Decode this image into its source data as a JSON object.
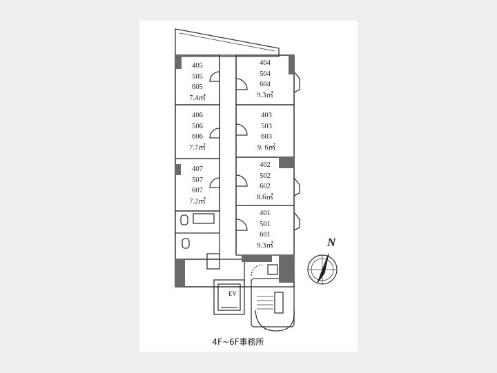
{
  "units": [
    {
      "id": "u405",
      "lines": [
        "405",
        "505",
        "605"
      ],
      "area": "7.4㎡"
    },
    {
      "id": "u406",
      "lines": [
        "406",
        "506",
        "606"
      ],
      "area": "7.7㎡"
    },
    {
      "id": "u407",
      "lines": [
        "407",
        "507",
        "607"
      ],
      "area": "7.2㎡"
    },
    {
      "id": "u404",
      "lines": [
        "404",
        "504",
        "604"
      ],
      "area": "9.3㎡"
    },
    {
      "id": "u403",
      "lines": [
        "403",
        "503",
        "603"
      ],
      "area": "9. 6㎡"
    },
    {
      "id": "u402",
      "lines": [
        "402",
        "502",
        "602"
      ],
      "area": "8.6㎡"
    },
    {
      "id": "u401",
      "lines": [
        "401",
        "501",
        "601"
      ],
      "area": "9.3㎡"
    }
  ],
  "elevator_label": "EV",
  "north_label": "N",
  "caption": "4F~6F事務所"
}
